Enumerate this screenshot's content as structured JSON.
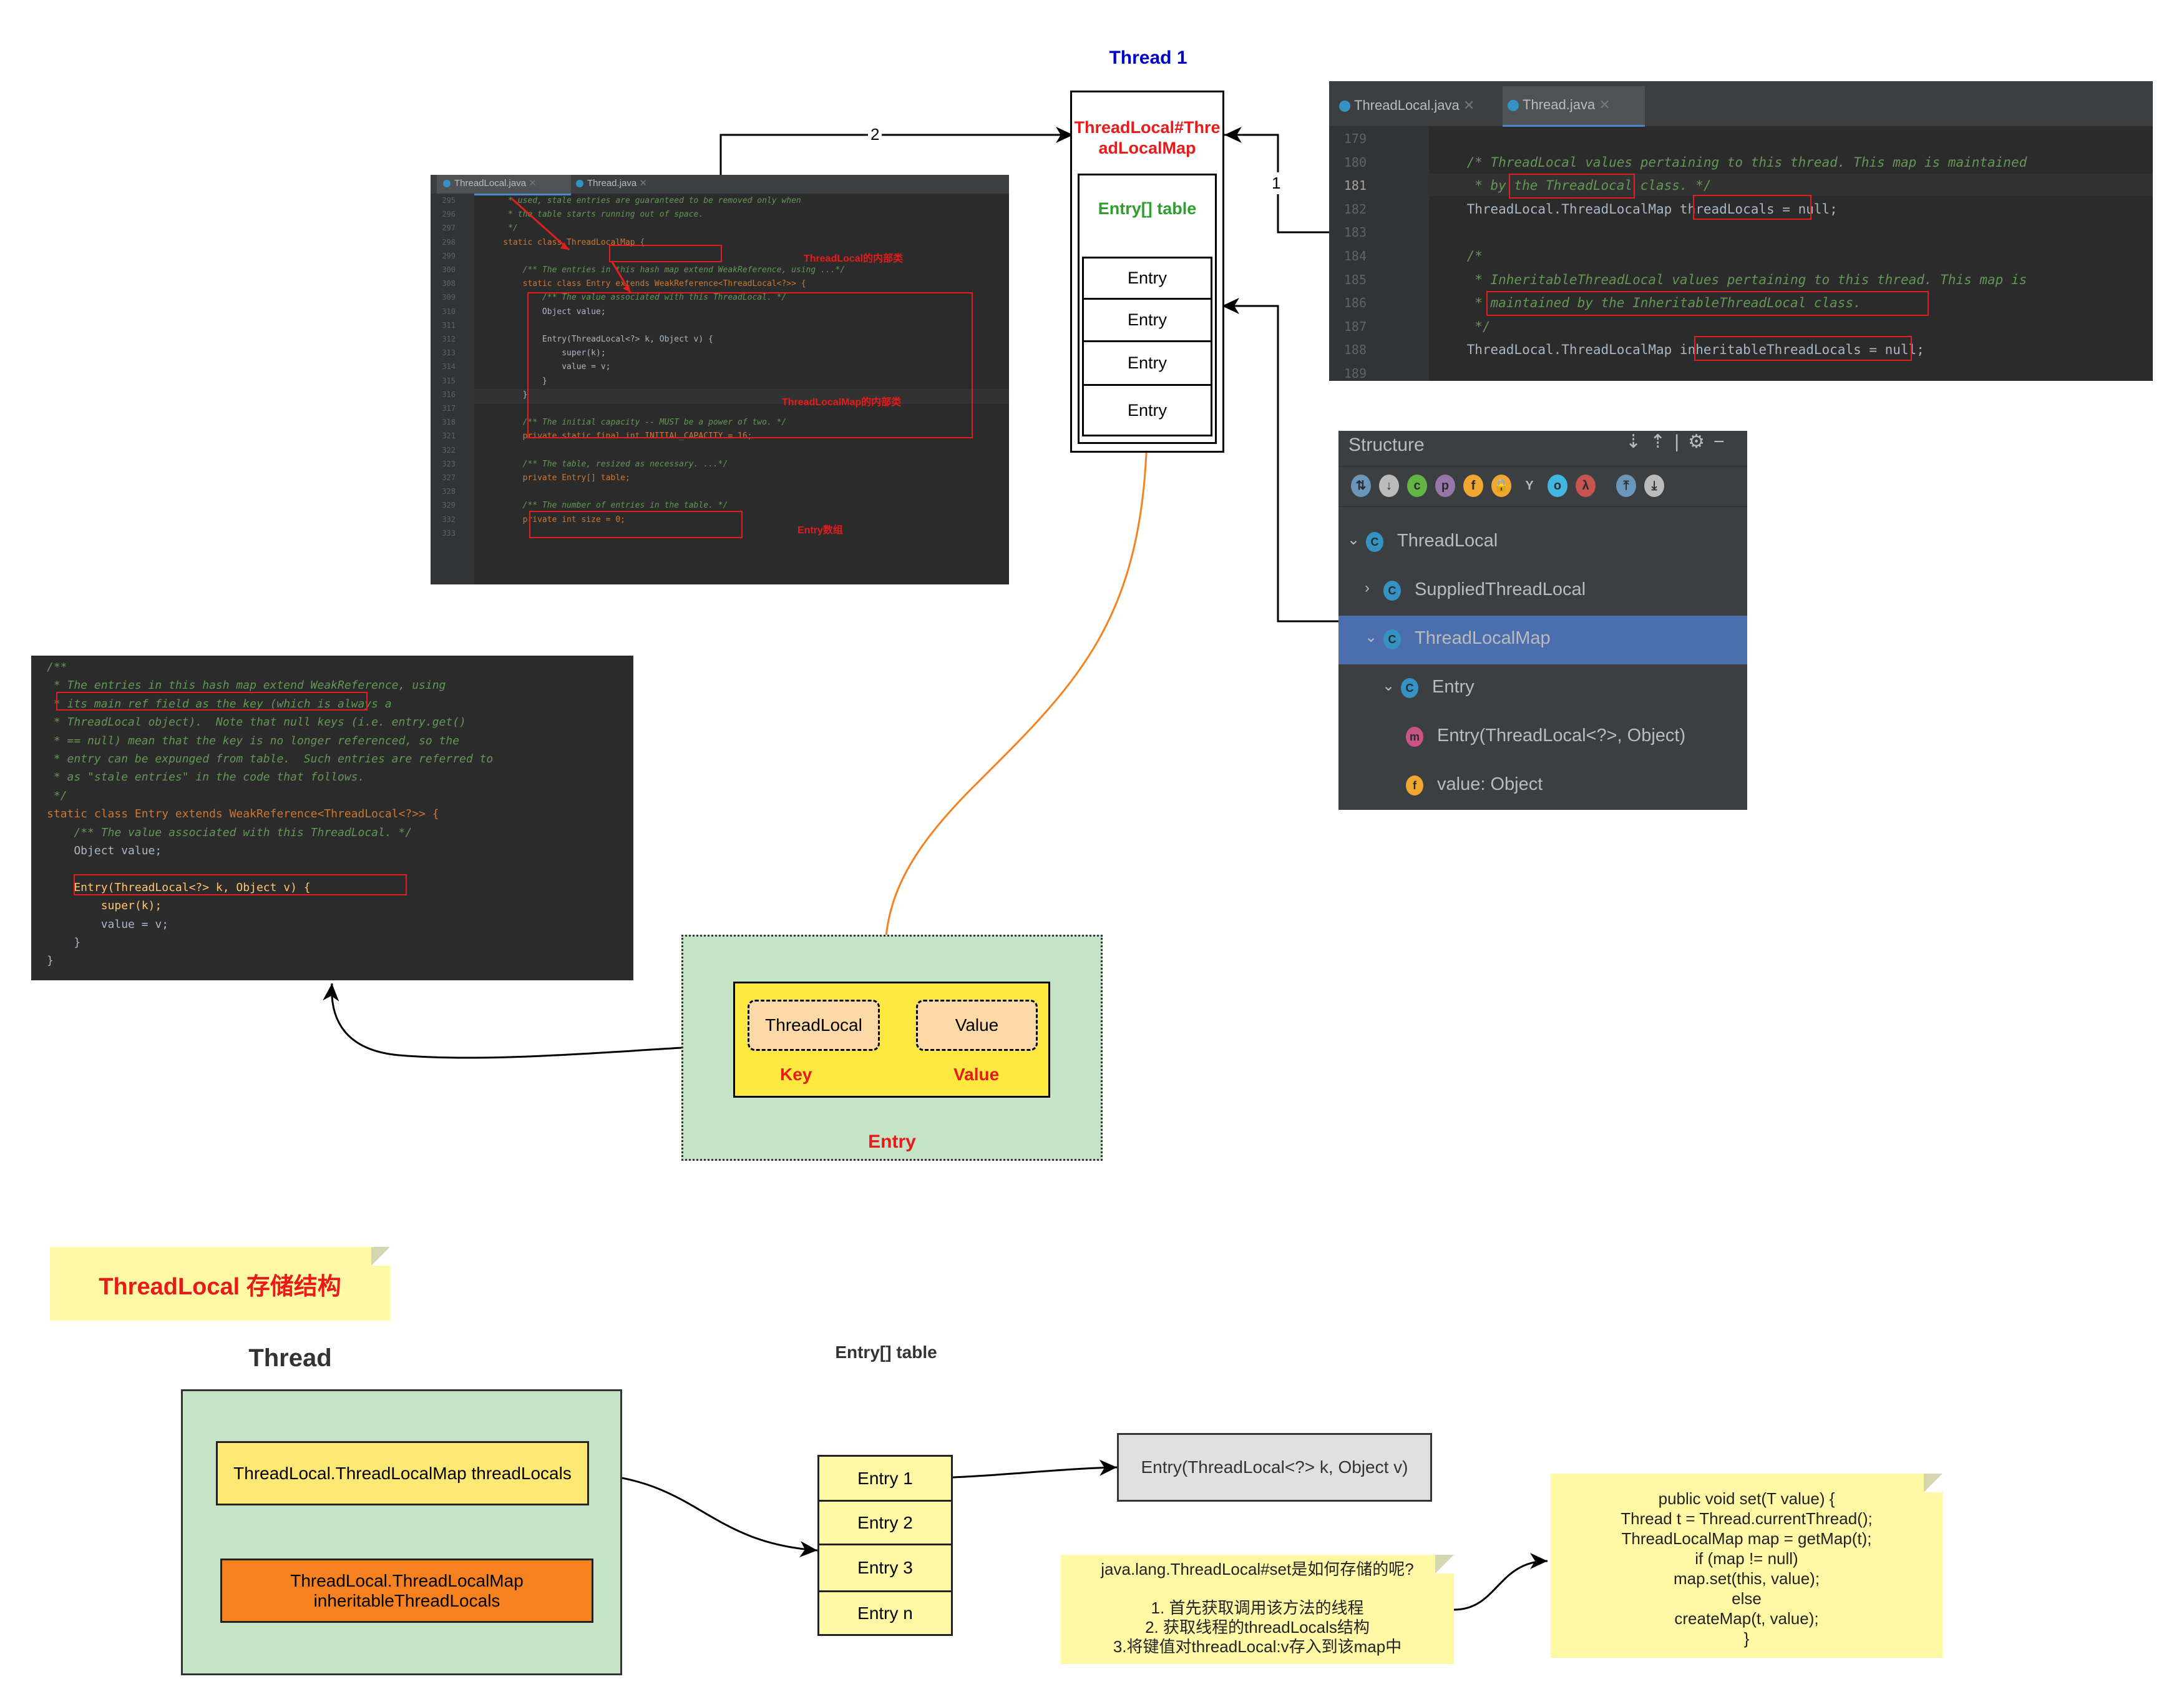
{
  "thread1": {
    "title": "Thread  1",
    "map_label": "ThreadLocal#ThreadLocalMap",
    "table_label": "Entry[] table",
    "entries": [
      "Entry",
      "Entry",
      "Entry",
      "Entry"
    ],
    "edge_label_top": "2",
    "edge_label_right": "1"
  },
  "ide_top_left": {
    "tabs": [
      "ThreadLocal.java",
      "Thread.java"
    ],
    "lines": [
      {
        "n": "295",
        "t": "     * used, stale entries are guaranteed to be removed only when"
      },
      {
        "n": "296",
        "t": "     * the table starts running out of space."
      },
      {
        "n": "297",
        "t": "     */"
      },
      {
        "n": "298",
        "t": "    static class ThreadLocalMap {"
      },
      {
        "n": "299",
        "t": ""
      },
      {
        "n": "300",
        "t": "        /** The entries in this hash map extend WeakReference, using ...*/"
      },
      {
        "n": "308",
        "t": "        static class Entry extends WeakReference<ThreadLocal<?>> {"
      },
      {
        "n": "309",
        "t": "            /** The value associated with this ThreadLocal. */"
      },
      {
        "n": "310",
        "t": "            Object value;"
      },
      {
        "n": "311",
        "t": ""
      },
      {
        "n": "312",
        "t": "            Entry(ThreadLocal<?> k, Object v) {"
      },
      {
        "n": "313",
        "t": "                super(k);"
      },
      {
        "n": "314",
        "t": "                value = v;"
      },
      {
        "n": "315",
        "t": "            }"
      },
      {
        "n": "316",
        "t": "        }"
      },
      {
        "n": "317",
        "t": ""
      },
      {
        "n": "318",
        "t": "        /** The initial capacity -- MUST be a power of two. */"
      },
      {
        "n": "321",
        "t": "        private static final int INITIAL_CAPACITY = 16;"
      },
      {
        "n": "322",
        "t": ""
      },
      {
        "n": "323",
        "t": "        /** The table, resized as necessary. ...*/"
      },
      {
        "n": "327",
        "t": "        private Entry[] table;"
      },
      {
        "n": "328",
        "t": ""
      },
      {
        "n": "329",
        "t": "        /** The number of entries in the table. */"
      },
      {
        "n": "332",
        "t": "        private int size = 0;"
      },
      {
        "n": "333",
        "t": ""
      }
    ],
    "annotations": [
      "ThreadLocal的内部类",
      "ThreadLocalMap的内部类",
      "Entry数组"
    ]
  },
  "ide_top_right": {
    "tabs": [
      "ThreadLocal.java",
      "Thread.java"
    ],
    "lines": [
      {
        "n": "179",
        "t": ""
      },
      {
        "n": "180",
        "t": "    /* ThreadLocal values pertaining to this thread. This map is maintained"
      },
      {
        "n": "181",
        "t": "     * by the ThreadLocal class. */"
      },
      {
        "n": "182",
        "t": "    ThreadLocal.ThreadLocalMap threadLocals = null;"
      },
      {
        "n": "183",
        "t": ""
      },
      {
        "n": "184",
        "t": "    /*"
      },
      {
        "n": "185",
        "t": "     * InheritableThreadLocal values pertaining to this thread. This map is"
      },
      {
        "n": "186",
        "t": "     * maintained by the InheritableThreadLocal class."
      },
      {
        "n": "187",
        "t": "     */"
      },
      {
        "n": "188",
        "t": "    ThreadLocal.ThreadLocalMap inheritableThreadLocals = null;"
      },
      {
        "n": "189",
        "t": ""
      }
    ]
  },
  "structure_panel": {
    "title": "Structure",
    "toolbar_icons": [
      "sort-visibility-icon",
      "sort-alpha-icon",
      "class-filter-icon",
      "property-filter-icon",
      "field-filter-icon",
      "lock-filter-icon",
      "inherited-filter-icon",
      "anonymous-filter-icon",
      "lambda-filter-icon",
      "expand-all-icon",
      "collapse-all-icon"
    ],
    "items": [
      {
        "label": "ThreadLocal",
        "indent": 0,
        "arrow": "v",
        "icon": "class",
        "selected": false
      },
      {
        "label": "SuppliedThreadLocal",
        "indent": 1,
        "arrow": ">",
        "icon": "class",
        "selected": false
      },
      {
        "label": "ThreadLocalMap",
        "indent": 1,
        "arrow": "v",
        "icon": "class",
        "selected": true
      },
      {
        "label": "Entry",
        "indent": 2,
        "arrow": "v",
        "icon": "class",
        "selected": false
      },
      {
        "label": "Entry(ThreadLocal<?>, Object)",
        "indent": 3,
        "arrow": "",
        "icon": "method",
        "selected": false
      },
      {
        "label": "value: Object",
        "indent": 3,
        "arrow": "",
        "icon": "field",
        "selected": false
      }
    ]
  },
  "ide_entry": {
    "lines": [
      "/**",
      " * The entries in this hash map extend WeakReference, using",
      " * its main ref field as the key (which is always a",
      " * ThreadLocal object).  Note that null keys (i.e. entry.get()",
      " * == null) mean that the key is no longer referenced, so the",
      " * entry can be expunged from table.  Such entries are referred to",
      " * as \"stale entries\" in the code that follows.",
      " */",
      "static class Entry extends WeakReference<ThreadLocal<?>> {",
      "    /** The value associated with this ThreadLocal. */",
      "    Object value;",
      "",
      "    Entry(ThreadLocal<?> k, Object v) {",
      "        super(k);",
      "        value = v;",
      "    }",
      "}"
    ]
  },
  "entry_group": {
    "title": "Entry",
    "key_box": "ThreadLocal",
    "value_box": "Value",
    "key_label": "Key",
    "value_label": "Value"
  },
  "storage": {
    "title": "ThreadLocal 存储结构",
    "thread_title": "Thread",
    "thread_locals": "ThreadLocal.ThreadLocalMap threadLocals",
    "inheritable_line1": "ThreadLocal.ThreadLocalMap",
    "inheritable_line2": "inheritableThreadLocals",
    "table_title": "Entry[] table",
    "entries": [
      "Entry  1",
      "Entry 2",
      "Entry 3",
      "Entry n"
    ],
    "entry_ctor": "Entry(ThreadLocal<?> k, Object v)",
    "set_note_lines": [
      "java.lang.ThreadLocal#set是如何存储的呢?",
      "",
      "1.  首先获取调用该方法的线程",
      "2. 获取线程的threadLocals结构",
      "3.将键值对threadLocal:v存入到该map中"
    ],
    "code_note_lines": [
      "public void set(T value) {",
      "Thread t = Thread.currentThread();",
      "ThreadLocalMap map = getMap(t);",
      "if (map != null)",
      "map.set(this, value);",
      "else",
      "createMap(t, value);",
      "}"
    ]
  },
  "colors": {
    "ide_bg": "#2b2b2b",
    "red": "#e81a1a",
    "blue_title": "#0000cc",
    "green_label": "#2e9e2e",
    "yellow": "#ffe840",
    "light_green": "#c5e3c5",
    "orange": "#f5821f",
    "note_yellow": "#fff9a6",
    "selection_blue": "#4b6eaf"
  }
}
